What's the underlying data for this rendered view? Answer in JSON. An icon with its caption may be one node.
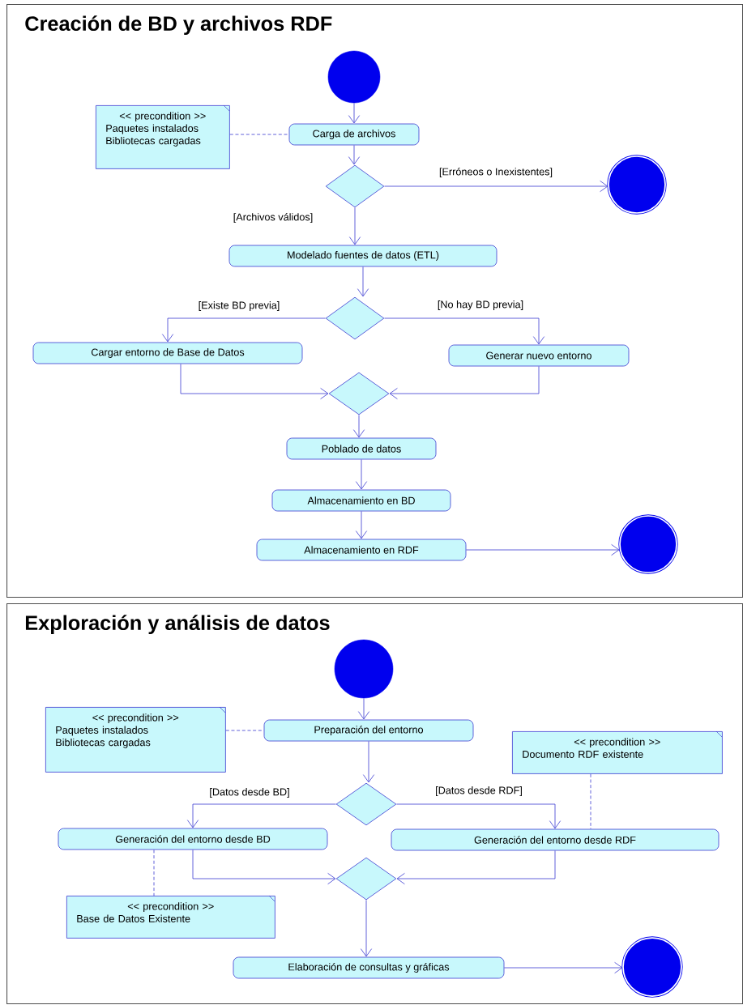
{
  "diagram": {
    "nodes": [
      {
        "text": [
          "Creación de BD y archivos RDF"
        ]
      },
      {
        "text": [],
        "shape": "circle",
        "in": 0
      },
      {
        "text": [
          "<< precondition >>",
          "Paquetes instalados",
          "Bibliotecas cargadas"
        ],
        "in": 0
      },
      {
        "text": [
          "Carga de archivos"
        ],
        "in": 0
      },
      {
        "text": [],
        "shape": "diamond",
        "in": 0
      },
      {
        "text": [],
        "shape": "circle",
        "in": 0
      },
      {
        "text": [
          "Modelado fuentes de datos (ETL)"
        ],
        "in": 0
      },
      {
        "text": [],
        "shape": "diamond",
        "in": 0
      },
      {
        "text": [
          "Cargar entorno de Base de Datos"
        ],
        "in": 0
      },
      {
        "text": [
          "Generar nuevo entorno"
        ],
        "in": 0
      },
      {
        "text": [],
        "shape": "diamond",
        "in": 0
      },
      {
        "text": [
          "Poblado de datos"
        ],
        "in": 0
      },
      {
        "text": [
          "Almacenamiento en BD"
        ],
        "in": 0
      },
      {
        "text": [
          "Almacenamiento en RDF"
        ],
        "in": 0
      },
      {
        "text": [],
        "shape": "circle",
        "in": 0
      },
      {
        "text": [
          "Exploración y análisis de datos"
        ]
      },
      {
        "text": [],
        "shape": "circle",
        "in": 15
      },
      {
        "text": [
          "<< precondition >>",
          "Paquetes instalados",
          "Bibliotecas cargadas"
        ],
        "in": 15
      },
      {
        "text": [
          "Preparación del entorno"
        ],
        "in": 15
      },
      {
        "text": [
          "<< precondition >>",
          "Documento RDF existente"
        ],
        "in": 15
      },
      {
        "text": [],
        "shape": "diamond",
        "in": 15
      },
      {
        "text": [
          "Generación del entorno desde BD"
        ],
        "in": 15
      },
      {
        "text": [
          "Generación del entorno desde RDF"
        ],
        "in": 15
      },
      {
        "text": [],
        "shape": "diamond",
        "in": 15
      },
      {
        "text": [
          "<< precondition >>",
          "Base de Datos Existente"
        ],
        "in": 15
      },
      {
        "text": [
          "Elaboración de consultas y gráficas"
        ],
        "in": 15
      },
      {
        "text": [],
        "shape": "circle",
        "in": 15
      }
    ],
    "edges": [
      {
        "from": 1,
        "to": 3,
        "arrow": "to"
      },
      {
        "from": 2,
        "to": 3,
        "arrow": "none",
        "style": "dashed"
      },
      {
        "from": 3,
        "to": 4,
        "arrow": "to"
      },
      {
        "from": 4,
        "to": 5,
        "arrow": "to",
        "label": "[Erróneos o Inexistentes]"
      },
      {
        "from": 4,
        "to": 6,
        "arrow": "to",
        "label": "[Archivos válidos]"
      },
      {
        "from": 6,
        "to": 7,
        "arrow": "to"
      },
      {
        "from": 7,
        "to": 8,
        "arrow": "to",
        "label": "[Existe BD previa]"
      },
      {
        "from": 7,
        "to": 9,
        "arrow": "to",
        "label": "[No hay BD previa]"
      },
      {
        "from": 8,
        "to": 10,
        "arrow": "to"
      },
      {
        "from": 9,
        "to": 10,
        "arrow": "to"
      },
      {
        "from": 10,
        "to": 11,
        "arrow": "to"
      },
      {
        "from": 11,
        "to": 12,
        "arrow": "to"
      },
      {
        "from": 12,
        "to": 13,
        "arrow": "to"
      },
      {
        "from": 13,
        "to": 14,
        "arrow": "to"
      },
      {
        "from": 16,
        "to": 18,
        "arrow": "to"
      },
      {
        "from": 17,
        "to": 18,
        "arrow": "none",
        "style": "dashed"
      },
      {
        "from": 18,
        "to": 20,
        "arrow": "to"
      },
      {
        "from": 20,
        "to": 21,
        "arrow": "to",
        "label": "[Datos desde BD]"
      },
      {
        "from": 20,
        "to": 22,
        "arrow": "to",
        "label": "[Datos desde RDF]"
      },
      {
        "from": 19,
        "to": 22,
        "arrow": "none",
        "style": "dashed"
      },
      {
        "from": 21,
        "to": 24,
        "arrow": "none",
        "style": "dashed"
      },
      {
        "from": 21,
        "to": 23,
        "arrow": "to"
      },
      {
        "from": 22,
        "to": 23,
        "arrow": "to"
      },
      {
        "from": 23,
        "to": 25,
        "arrow": "to"
      },
      {
        "from": 25,
        "to": 26,
        "arrow": "to"
      }
    ]
  }
}
